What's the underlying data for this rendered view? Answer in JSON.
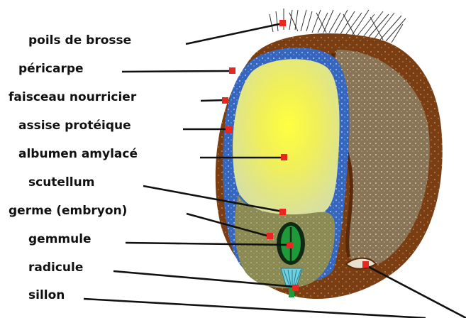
{
  "labels": {
    "poils_de_brosse": "poils de brosse",
    "pericarpe": "péricarpe",
    "faisceau_nourricier": "faisceau nourricier",
    "assise_proteique": "assise protéique",
    "albumen_amylace": "albumen amylacé",
    "scutellum": "scutellum",
    "germe": "germe (embryon)",
    "gemmule": "gemmule",
    "radicule": "radicule",
    "sillon": "sillon"
  },
  "colors": {
    "husk": "#7a3e12",
    "husk_dark": "#5a2a08",
    "aleurone": "#2f5fb8",
    "albumen": "#f2f04a",
    "embryo": "#8a8a52",
    "gemmule": "#1f9a3a",
    "radicule": "#6fd0e0",
    "marker": "#e8281e"
  }
}
